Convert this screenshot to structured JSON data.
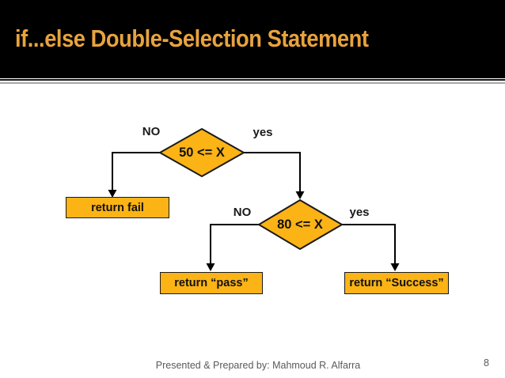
{
  "header": {
    "title": "if...else Double-Selection Statement"
  },
  "flowchart": {
    "decision1": {
      "label": "50 <= X",
      "no": "NO",
      "yes": "yes"
    },
    "decision2": {
      "label": "80 <= X",
      "no": "NO",
      "yes": "yes"
    },
    "results": {
      "fail": "return fail",
      "pass": "return “pass”",
      "success": "return “Success”"
    }
  },
  "footer": {
    "credit": "Presented & Prepared by: Mahmoud R. Alfarra",
    "page_number": "8"
  },
  "colors": {
    "shape_fill": "#FBB316",
    "shape_border": "#1a1a1a",
    "title": "#E8A33D",
    "footer_text": "#595959",
    "line": "#000000"
  }
}
